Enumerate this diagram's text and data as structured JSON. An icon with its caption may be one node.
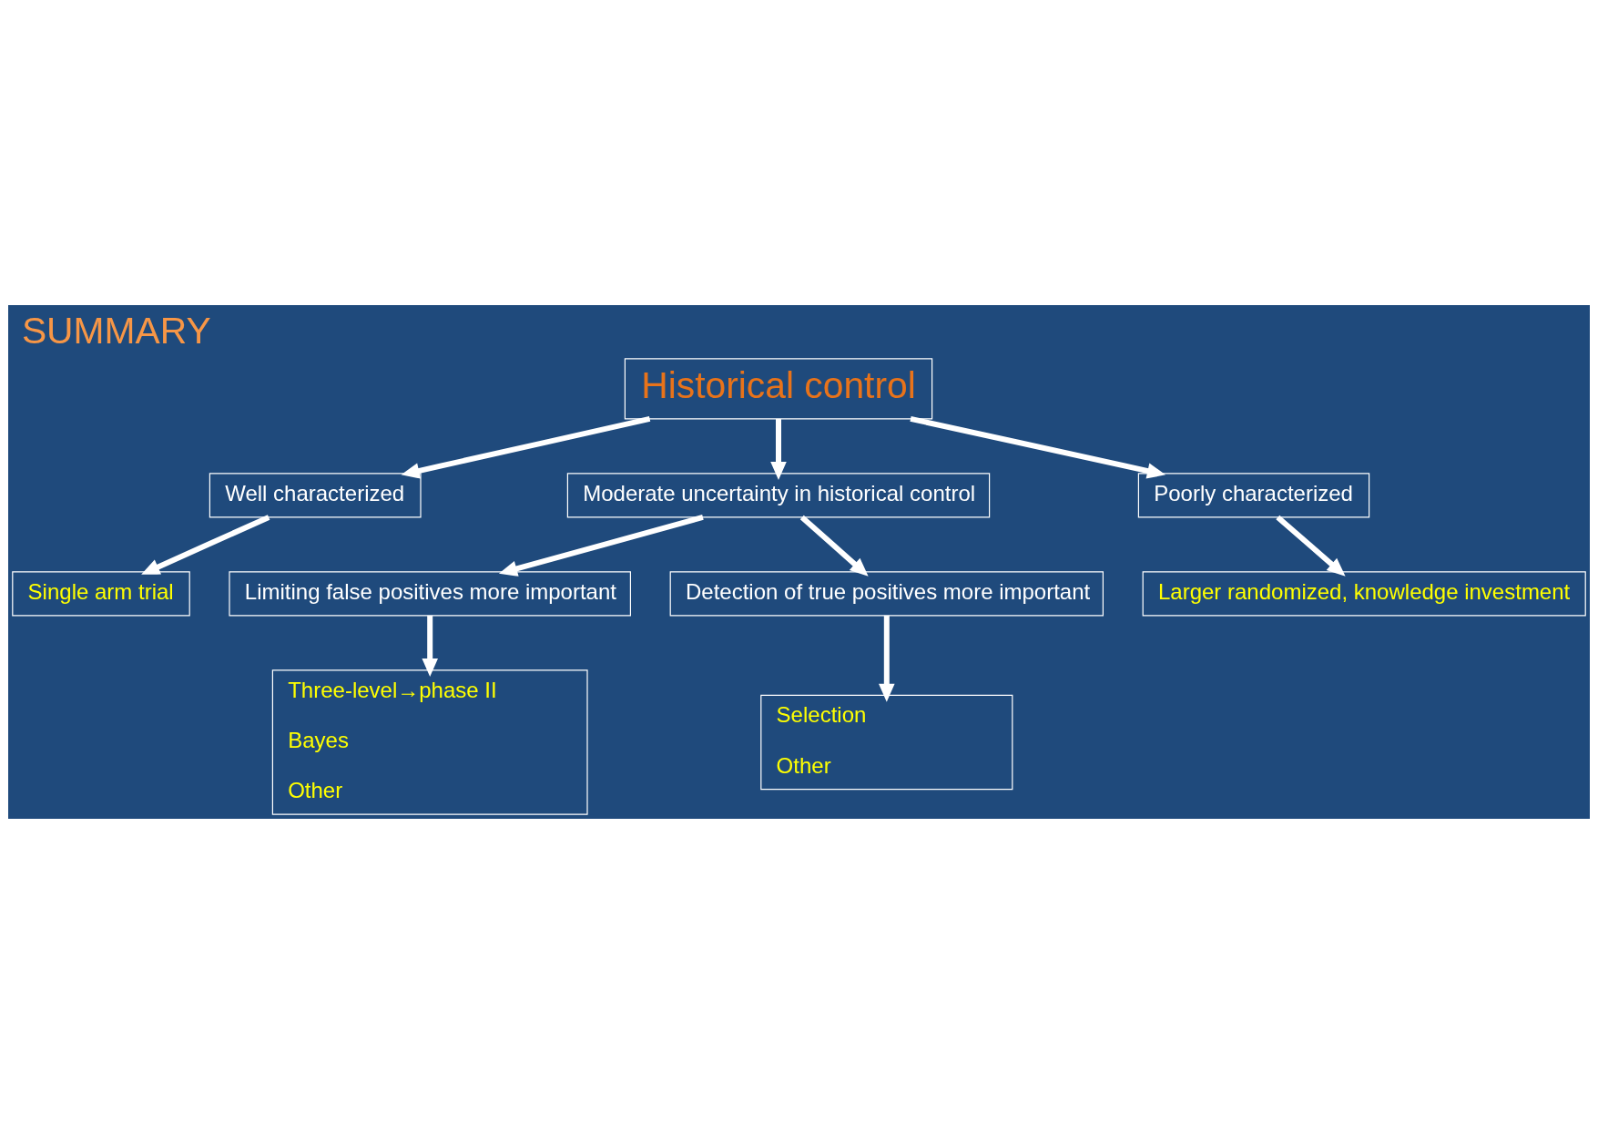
{
  "diagram": {
    "title": "SUMMARY",
    "nodes": [
      {
        "text": [
          "Historical control"
        ]
      },
      {
        "text": [
          "Well characterized"
        ]
      },
      {
        "text": [
          "Moderate uncertainty in historical control"
        ]
      },
      {
        "text": [
          "Poorly characterized"
        ]
      },
      {
        "text": [
          "Single arm trial"
        ]
      },
      {
        "text": [
          "Larger randomized, knowledge investment"
        ]
      },
      {
        "text": [
          "Limiting false positives more important"
        ]
      },
      {
        "text": [
          "Detection of true positives more important"
        ]
      },
      {
        "text": [
          "Three-level→phase II",
          "Bayes",
          "Other"
        ]
      },
      {
        "text": [
          "Selection",
          "Other"
        ]
      }
    ],
    "edges": [
      {
        "from": 0,
        "to": 1,
        "arrow": "to"
      },
      {
        "from": 0,
        "to": 2,
        "arrow": "to"
      },
      {
        "from": 0,
        "to": 3,
        "arrow": "to"
      },
      {
        "from": 1,
        "to": 4,
        "arrow": "to"
      },
      {
        "from": 3,
        "to": 5,
        "arrow": "to"
      },
      {
        "from": 2,
        "to": 6,
        "arrow": "to"
      },
      {
        "from": 2,
        "to": 7,
        "arrow": "to"
      },
      {
        "from": 6,
        "to": 8,
        "arrow": "to"
      },
      {
        "from": 7,
        "to": 9,
        "arrow": "to"
      }
    ]
  }
}
